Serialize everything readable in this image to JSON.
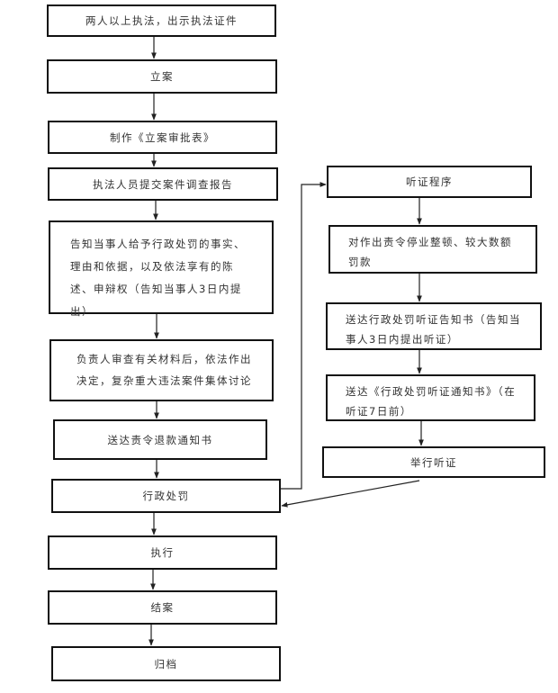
{
  "flowchart": {
    "main_steps": [
      {
        "id": "b1",
        "text": "两人以上执法，出示执法证件"
      },
      {
        "id": "b2",
        "text": "立案"
      },
      {
        "id": "b3",
        "text": "制作《立案审批表》"
      },
      {
        "id": "b4",
        "text": "执法人员提交案件调查报告"
      },
      {
        "id": "b5",
        "text": "告知当事人给予行政处罚的事实、理由和依据，以及依法享有的陈述、申辩权（告知当事人3日内提出）"
      },
      {
        "id": "b6",
        "text": "负责人审查有关材料后，依法作出决定，复杂重大违法案件集体讨论"
      },
      {
        "id": "b7",
        "text": "送达责令退款通知书"
      },
      {
        "id": "b8",
        "text": "行政处罚"
      },
      {
        "id": "b9",
        "text": "执行"
      },
      {
        "id": "b10",
        "text": "结案"
      },
      {
        "id": "b11",
        "text": "归档"
      }
    ],
    "hearing_steps": [
      {
        "id": "r1",
        "text": "听证程序"
      },
      {
        "id": "r2",
        "text": "对作出责令停业整顿、较大数额罚款"
      },
      {
        "id": "r3",
        "text": "送达行政处罚听证告知书（告知当事人3日内提出听证）"
      },
      {
        "id": "r4",
        "text": "送达《行政处罚听证通知书》（在听证7日前）"
      },
      {
        "id": "r5",
        "text": "举行听证"
      }
    ],
    "line_color": "#111111"
  }
}
